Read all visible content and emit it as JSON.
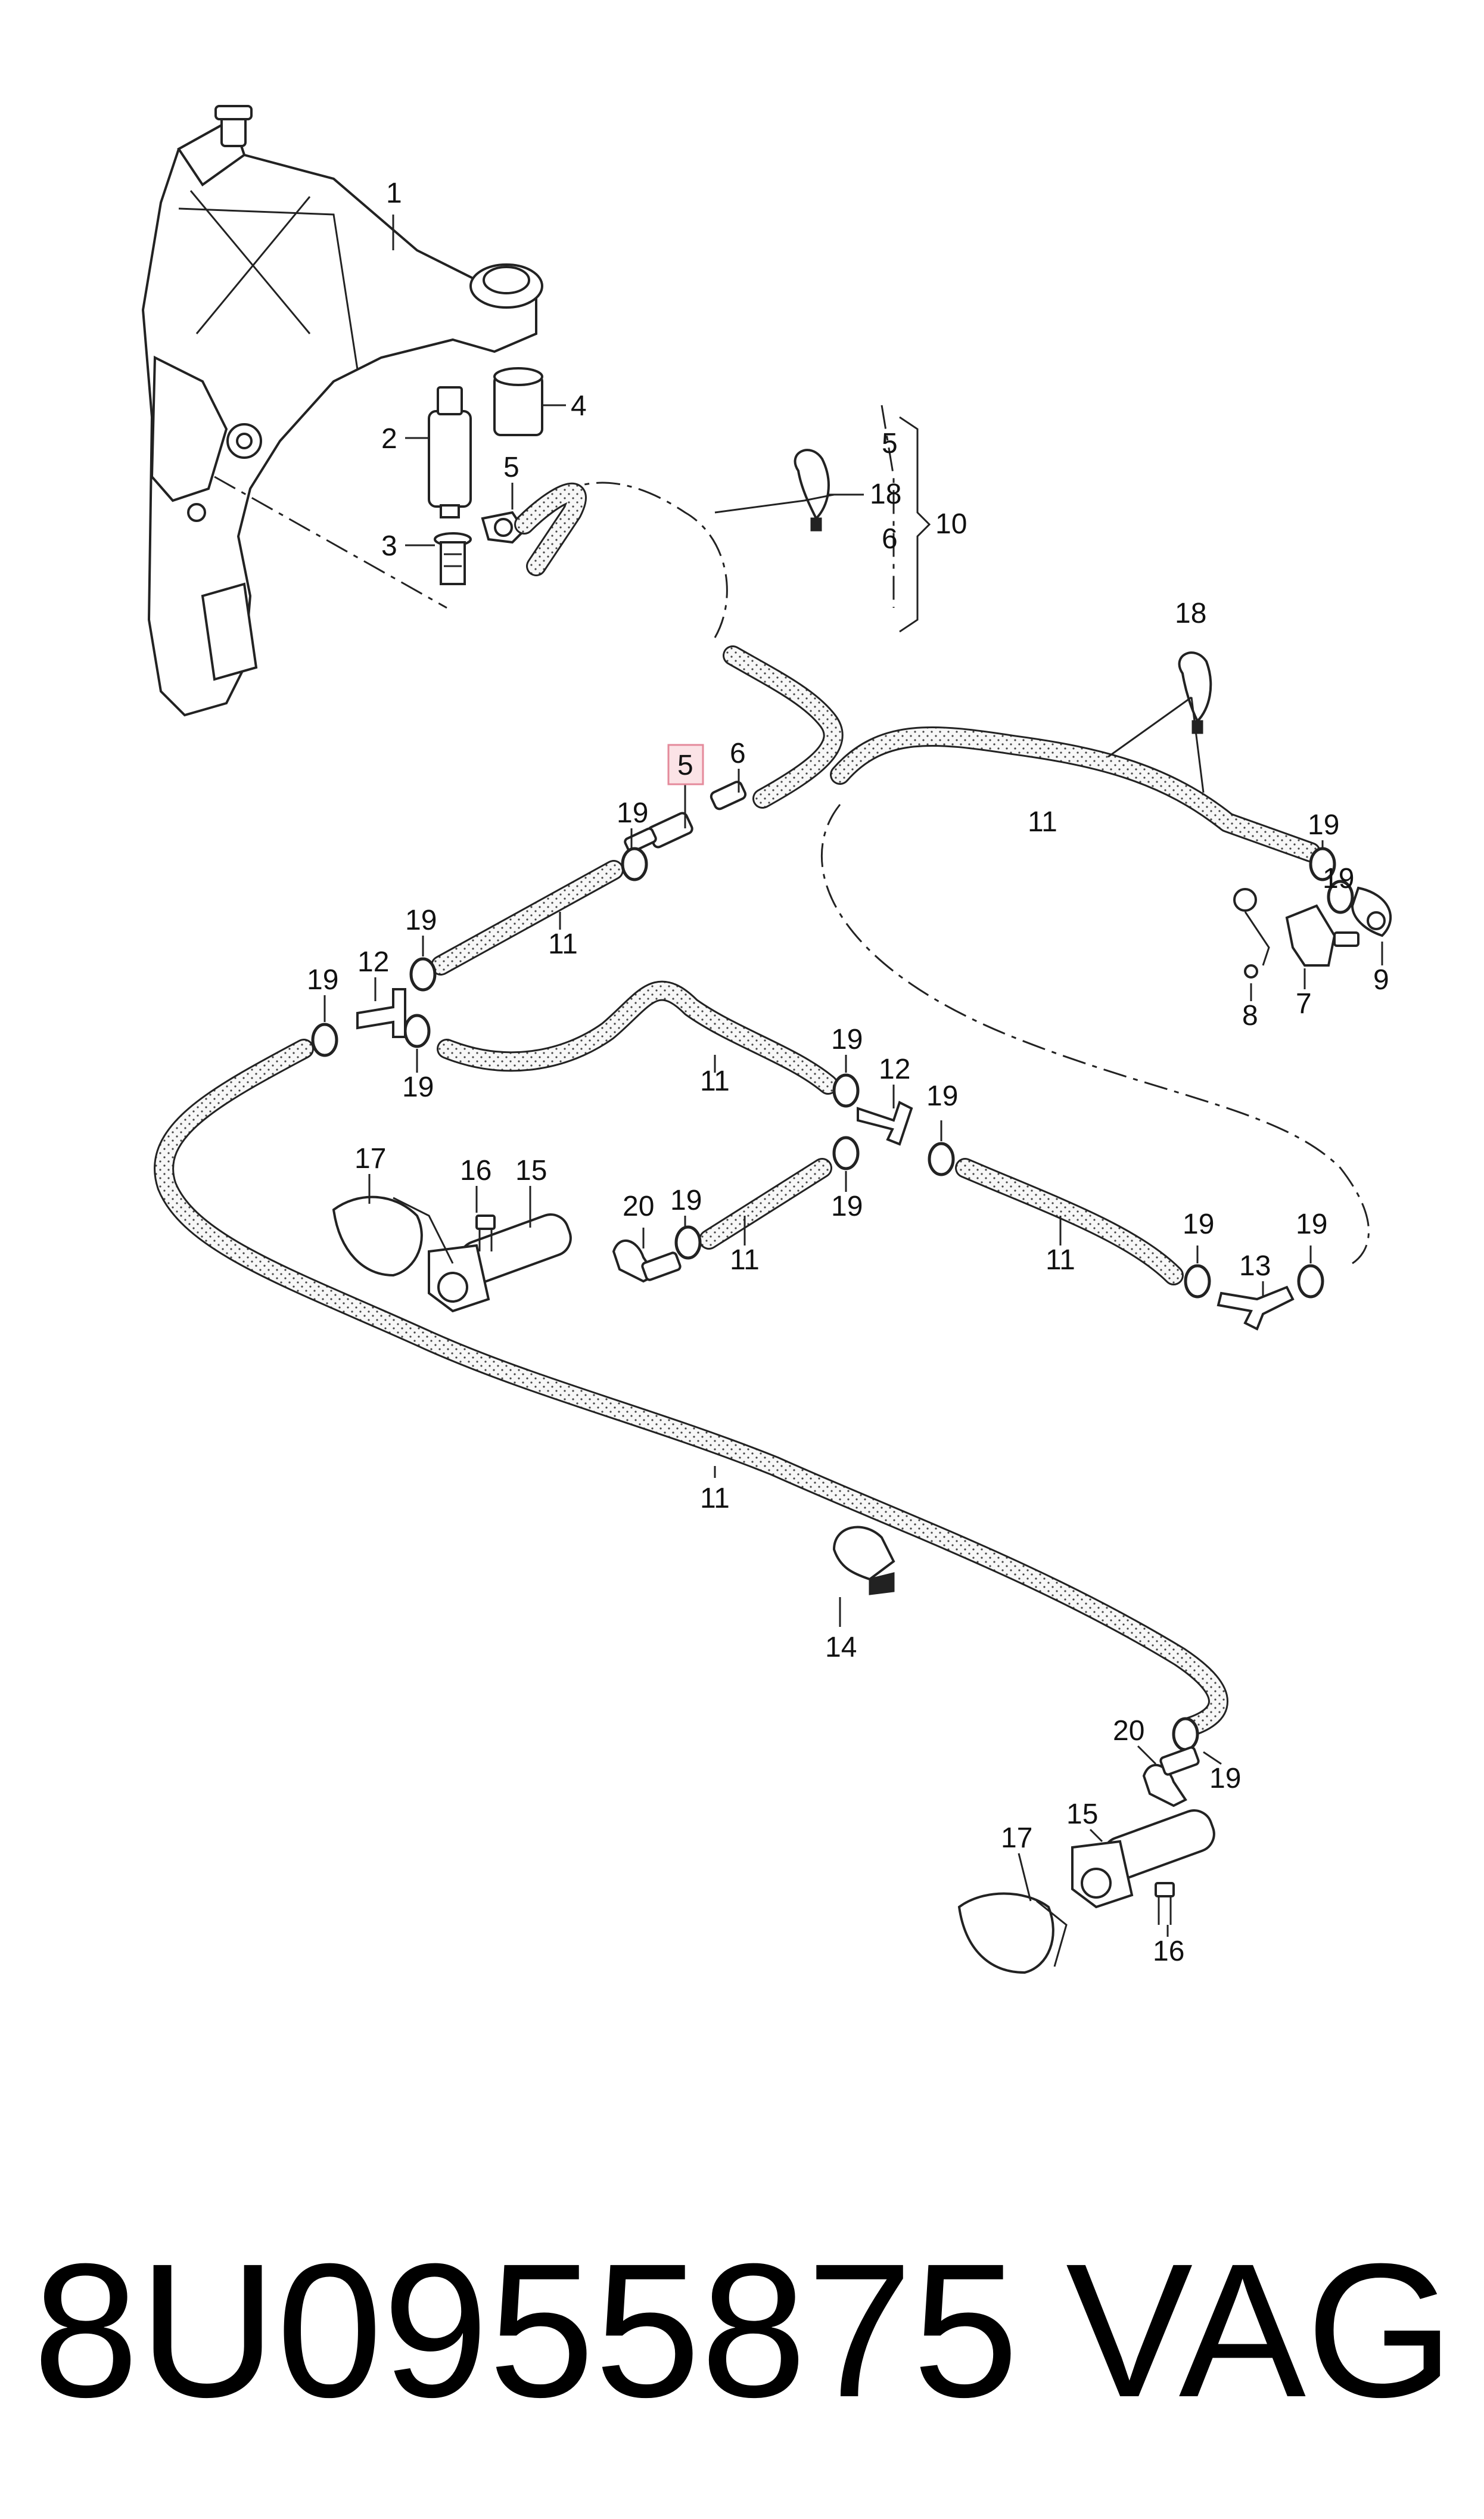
{
  "colors": {
    "line": "#222222",
    "hose_fill": "#f4f4f4",
    "highlight_fill": "#fbe3e6",
    "highlight_border": "#e48a9b"
  },
  "callouts": [
    {
      "id": "c1",
      "text": "1"
    },
    {
      "id": "c2",
      "text": "2"
    },
    {
      "id": "c3",
      "text": "3"
    },
    {
      "id": "c4",
      "text": "4"
    },
    {
      "id": "c5a",
      "text": "5"
    },
    {
      "id": "c5b",
      "text": "5"
    },
    {
      "id": "c5c",
      "text": "5",
      "highlighted": true
    },
    {
      "id": "c6a",
      "text": "6"
    },
    {
      "id": "c6b",
      "text": "6"
    },
    {
      "id": "c7",
      "text": "7"
    },
    {
      "id": "c8",
      "text": "8"
    },
    {
      "id": "c9",
      "text": "9"
    },
    {
      "id": "c10",
      "text": "10"
    },
    {
      "id": "c11a",
      "text": "11"
    },
    {
      "id": "c11b",
      "text": "11"
    },
    {
      "id": "c11c",
      "text": "11"
    },
    {
      "id": "c11d",
      "text": "11"
    },
    {
      "id": "c11e",
      "text": "11"
    },
    {
      "id": "c11f",
      "text": "11"
    },
    {
      "id": "c12a",
      "text": "12"
    },
    {
      "id": "c12b",
      "text": "12"
    },
    {
      "id": "c13",
      "text": "13"
    },
    {
      "id": "c14",
      "text": "14"
    },
    {
      "id": "c15a",
      "text": "15"
    },
    {
      "id": "c15b",
      "text": "15"
    },
    {
      "id": "c16a",
      "text": "16"
    },
    {
      "id": "c16b",
      "text": "16"
    },
    {
      "id": "c17a",
      "text": "17"
    },
    {
      "id": "c17b",
      "text": "17"
    },
    {
      "id": "c18a",
      "text": "18"
    },
    {
      "id": "c18b",
      "text": "18"
    },
    {
      "id": "c19a",
      "text": "19"
    },
    {
      "id": "c19b",
      "text": "19"
    },
    {
      "id": "c19c",
      "text": "19"
    },
    {
      "id": "c19d",
      "text": "19"
    },
    {
      "id": "c19e",
      "text": "19"
    },
    {
      "id": "c19f",
      "text": "19"
    },
    {
      "id": "c19g",
      "text": "19"
    },
    {
      "id": "c19h",
      "text": "19"
    },
    {
      "id": "c19i",
      "text": "19"
    },
    {
      "id": "c19j",
      "text": "19"
    },
    {
      "id": "c19k",
      "text": "19"
    },
    {
      "id": "c19l",
      "text": "19"
    },
    {
      "id": "c19m",
      "text": "19"
    },
    {
      "id": "c20a",
      "text": "20"
    },
    {
      "id": "c20b",
      "text": "20"
    }
  ],
  "footer": {
    "part_number": "8U0955875",
    "brand": "VAG"
  }
}
